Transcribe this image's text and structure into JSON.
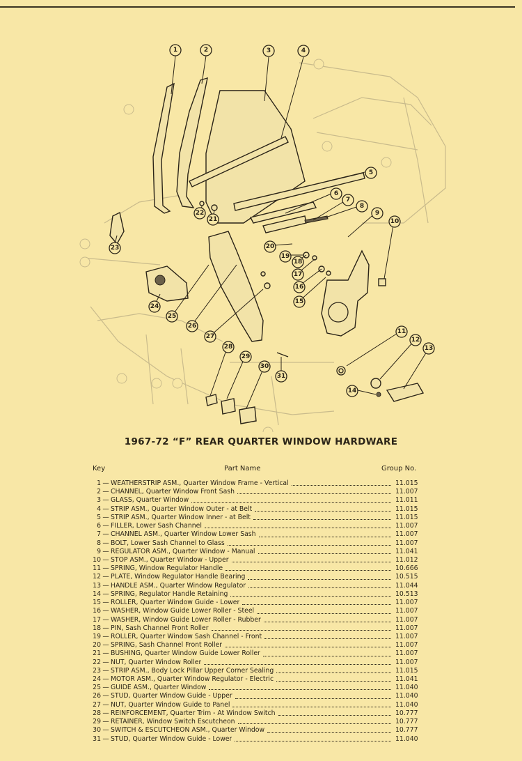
{
  "document": {
    "title": "1967-72 “F” REAR QUARTER WINDOW HARDWARE",
    "headers": {
      "key": "Key",
      "part_name": "Part Name",
      "group_no": "Group No."
    },
    "callouts": [
      "1",
      "2",
      "3",
      "4",
      "5",
      "6",
      "7",
      "8",
      "9",
      "10",
      "11",
      "12",
      "13",
      "14",
      "15",
      "16",
      "17",
      "18",
      "19",
      "20",
      "21",
      "22",
      "23",
      "24",
      "25",
      "26",
      "27",
      "28",
      "29",
      "30",
      "31"
    ],
    "parts": [
      {
        "key": "1",
        "name": "WEATHERSTRIP ASM., Quarter Window Frame - Vertical",
        "group": "11.015"
      },
      {
        "key": "2",
        "name": "CHANNEL, Quarter Window Front Sash",
        "group": "11.007"
      },
      {
        "key": "3",
        "name": "GLASS, Quarter Window",
        "group": "11.011"
      },
      {
        "key": "4",
        "name": "STRIP ASM., Quarter Window Outer - at Belt",
        "group": "11.015"
      },
      {
        "key": "5",
        "name": "STRIP ASM., Quarter Window Inner - at Belt",
        "group": "11.015"
      },
      {
        "key": "6",
        "name": "FILLER, Lower Sash Channel",
        "group": "11.007"
      },
      {
        "key": "7",
        "name": "CHANNEL ASM., Quarter Window Lower Sash",
        "group": "11.007"
      },
      {
        "key": "8",
        "name": "BOLT, Lower Sash Channel to Glass",
        "group": "11.007"
      },
      {
        "key": "9",
        "name": "REGULATOR ASM., Quarter Window - Manual",
        "group": "11.041"
      },
      {
        "key": "10",
        "name": "STOP ASM., Quarter Window - Upper",
        "group": "11.012"
      },
      {
        "key": "11",
        "name": "SPRING, Window Regulator Handle",
        "group": "10.666"
      },
      {
        "key": "12",
        "name": "PLATE, Window Regulator Handle Bearing",
        "group": "10.515"
      },
      {
        "key": "13",
        "name": "HANDLE ASM., Quarter Window Regulator",
        "group": "11.044"
      },
      {
        "key": "14",
        "name": "SPRING, Regulator Handle Retaining",
        "group": "10.513"
      },
      {
        "key": "15",
        "name": "ROLLER, Quarter Window Guide - Lower",
        "group": "11.007"
      },
      {
        "key": "16",
        "name": "WASHER, Window Guide Lower Roller - Steel",
        "group": "11.007"
      },
      {
        "key": "17",
        "name": "WASHER, Window Guide Lower Roller - Rubber",
        "group": "11.007"
      },
      {
        "key": "18",
        "name": "PIN, Sash Channel Front Roller",
        "group": "11.007"
      },
      {
        "key": "19",
        "name": "ROLLER, Quarter Window Sash Channel - Front",
        "group": "11.007"
      },
      {
        "key": "20",
        "name": "SPRING, Sash Channel Front Roller",
        "group": "11.007"
      },
      {
        "key": "21",
        "name": "BUSHING, Quarter Window Guide Lower Roller",
        "group": "11.007"
      },
      {
        "key": "22",
        "name": "NUT, Quarter Window Roller",
        "group": "11.007"
      },
      {
        "key": "23",
        "name": "STRIP ASM., Body Lock Pillar Upper Corner Sealing",
        "group": "11.015"
      },
      {
        "key": "24",
        "name": "MOTOR ASM., Quarter Window Regulator - Electric",
        "group": "11.041"
      },
      {
        "key": "25",
        "name": "GUIDE ASM., Quarter Window",
        "group": "11.040"
      },
      {
        "key": "26",
        "name": "STUD, Quarter Window Guide - Upper",
        "group": "11.040"
      },
      {
        "key": "27",
        "name": "NUT, Quarter Window Guide to Panel",
        "group": "11.040"
      },
      {
        "key": "28",
        "name": "REINFORCEMENT, Quarter Trim - At Window Switch",
        "group": "10.777"
      },
      {
        "key": "29",
        "name": "RETAINER, Window Switch Escutcheon",
        "group": "10.777"
      },
      {
        "key": "30",
        "name": "SWITCH & ESCUTCHEON ASM., Quarter Window",
        "group": "10.777"
      },
      {
        "key": "31",
        "name": "STUD, Quarter Window Guide - Lower",
        "group": "11.040"
      }
    ]
  }
}
